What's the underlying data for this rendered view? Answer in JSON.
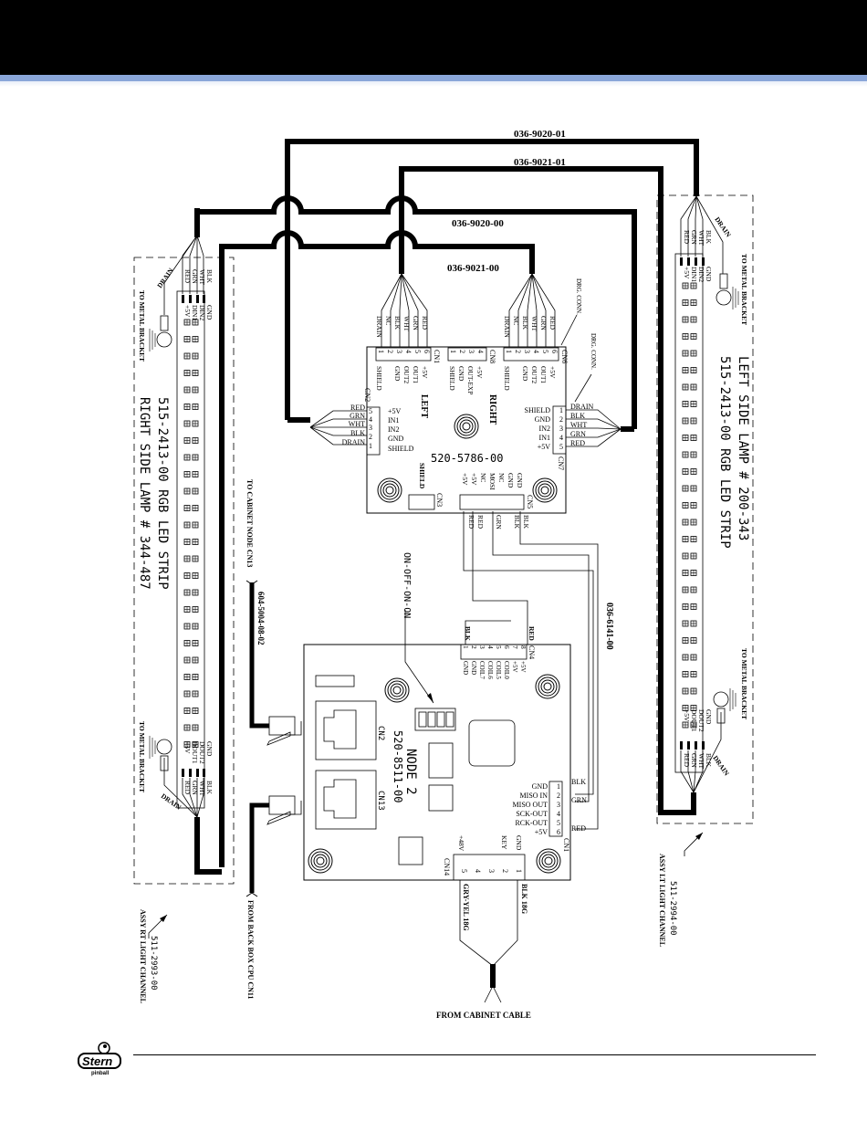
{
  "page": {
    "header_color": "#000000",
    "band_color": "#8aa6d9"
  },
  "cables": {
    "top_outer": "036-9020-01",
    "top_inner": "036-9021-01",
    "mid_outer": "036-9020-00",
    "mid_inner": "036-9021-00",
    "node_link": "036-6141-00",
    "cabinet_node": "604-5004-08-02"
  },
  "board_5786": {
    "part": "520-5786-00",
    "label_left": "LEFT",
    "label_right": "RIGHT",
    "cn1": {
      "name": "CN1",
      "pins": [
        "1",
        "2",
        "3",
        "4",
        "5",
        "6"
      ],
      "signals": [
        "SHIELD",
        "",
        "GND",
        "OUT2",
        "OUT1",
        "+5V"
      ],
      "wires": [
        "DRAIN",
        "NC",
        "BLK",
        "WHT",
        "GRN",
        "RED"
      ]
    },
    "cn8": {
      "name": "CN8",
      "pins": [
        "1",
        "2",
        "3",
        "4"
      ],
      "signals": [
        "SHIELD",
        "GND",
        "OUT-EXP",
        "+5V"
      ]
    },
    "cn6": {
      "name": "CN6",
      "pins": [
        "1",
        "2",
        "3",
        "4",
        "5",
        "6"
      ],
      "signals": [
        "SHIELD",
        "",
        "GND",
        "OUT2",
        "OUT1",
        "+5V"
      ],
      "wires": [
        "DRAIN",
        "NC",
        "BLK",
        "WHT",
        "GRN",
        "RED"
      ]
    },
    "cn2": {
      "name": "CN2",
      "pins": [
        "5",
        "4",
        "3",
        "2",
        "1"
      ],
      "signals": [
        "+5V",
        "IN1",
        "IN2",
        "GND",
        "SHIELD"
      ],
      "wires": [
        "RED",
        "GRN",
        "WHT",
        "BLK",
        "DRAIN"
      ]
    },
    "cn7": {
      "name": "CN7",
      "pins": [
        "1",
        "2",
        "3",
        "4",
        "5"
      ],
      "signals": [
        "SHIELD",
        "GND",
        "IN2",
        "IN1",
        "+5V"
      ],
      "wires": [
        "DRAIN",
        "BLK",
        "WHT",
        "GRN",
        "RED"
      ]
    },
    "cn3": {
      "name": "CN3",
      "pins": [
        "3",
        "2",
        "1"
      ],
      "signal": "SHIELD"
    },
    "cn5": {
      "name": "CN5",
      "pins": [
        "7",
        "6",
        "5",
        "4",
        "3",
        "2",
        "1"
      ],
      "signals": [
        "+5V",
        "+5V",
        "NC",
        "MOSI",
        "NC",
        "GND",
        "GND"
      ],
      "wires": [
        "RED",
        "RED",
        "",
        "GRN",
        "",
        "BLK",
        "BLK"
      ]
    },
    "drg_conn_1": "DRG. CONN.",
    "drg_conn_2": "DRG. CONN."
  },
  "node_board": {
    "title": "NODE 2",
    "part": "520-8511-00",
    "dip_label": "ON-OFF-ON-ON",
    "cn2": "CN2",
    "cn13": "CN13",
    "cn4": {
      "name": "CN4",
      "pins": [
        "1",
        "2",
        "3",
        "4",
        "5",
        "6",
        "7",
        "8"
      ],
      "signals": [
        "GND",
        "GND",
        "COIL7",
        "COIL6",
        "COIL5",
        "COIL0",
        "+5V",
        "+5V"
      ],
      "wire_left": "BLK",
      "wire_right": "RED"
    },
    "cn1": {
      "name": "CN1",
      "pins": [
        "1",
        "2",
        "3",
        "4",
        "5",
        "6"
      ],
      "signals": [
        "GND",
        "MISO IN",
        "MISO OUT",
        "SCK-OUT",
        "RCK-OUT",
        "+5V"
      ],
      "wires": [
        "BLK",
        "GRN",
        "",
        "",
        "",
        "RED"
      ]
    },
    "cn14": {
      "name": "CN14",
      "pins": [
        "1",
        "2",
        "3",
        "4",
        "5"
      ],
      "signals": [
        "GND",
        "KEY",
        "",
        "",
        "+48V"
      ],
      "wire_1": "BLK 18G",
      "wire_5": "GRY-YEL 18G"
    }
  },
  "right_lamp": {
    "title": "RIGHT SIDE LAMP # 344-487",
    "part": "515-2413-00 RGB LED STRIP",
    "in_pins": [
      "GND",
      "DIN2",
      "DIN1",
      "+5V"
    ],
    "in_wires": [
      "BLK",
      "WHT",
      "GRN",
      "RED"
    ],
    "out_pins": [
      "GND",
      "DOUT2",
      "DOUT1",
      "+5V"
    ],
    "out_wires": [
      "BLK",
      "WHT",
      "GRN",
      "RED"
    ],
    "drain": "DRAIN",
    "bracket": "TO METAL BRACKET",
    "assy_part": "511-2993-00",
    "assy_name": "ASSY RT LIGHT CHANNEL"
  },
  "left_lamp": {
    "title": "LEFT SIDE LAMP # 200-343",
    "part": "515-2413-00 RGB LED STRIP",
    "in_pins": [
      "GND",
      "DIN2",
      "DIN1",
      "+5V"
    ],
    "in_wires": [
      "BLK",
      "WHT",
      "GRN",
      "RED"
    ],
    "out_pins": [
      "GND",
      "DOUT2",
      "DOUT1",
      "+5V"
    ],
    "out_wires": [
      "BLK",
      "WHT",
      "GRN",
      "RED"
    ],
    "drain": "DRAIN",
    "bracket": "TO METAL BRACKET",
    "assy_part": "511-2994-00",
    "assy_name": "ASSY LT LIGHT CHANNEL"
  },
  "labels": {
    "to_cabinet_node": "TO CABINET NODE CN13",
    "from_back_box": "FROM BACK BOX CPU CN11",
    "from_cabinet_cable": "FROM CABINET CABLE"
  },
  "footer": {
    "logo_text": "Stern",
    "logo_sub": "pinball"
  }
}
